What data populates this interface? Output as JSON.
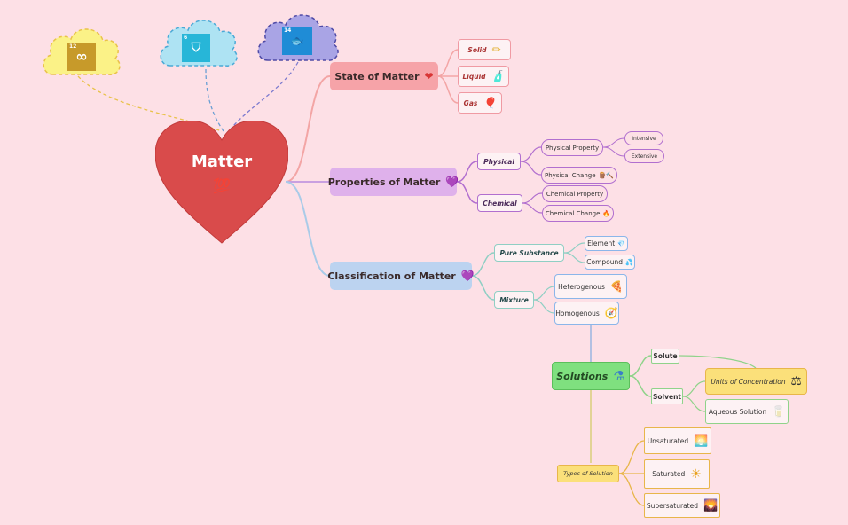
{
  "root": {
    "label": "Matter",
    "emoji": "💯"
  },
  "sdg": [
    {
      "number": "12",
      "glyph": "∞",
      "color": "#c79a2a",
      "cloud": "#fbf287"
    },
    {
      "number": "6",
      "glyph": "⛉",
      "color": "#27b6d8",
      "cloud": "#aee3f3"
    },
    {
      "number": "14",
      "glyph": "🐟",
      "color": "#1f8cd6",
      "cloud": "#a9a4e5"
    }
  ],
  "branches": {
    "state": {
      "label": "State of Matter",
      "emoji": "❤",
      "children": [
        {
          "label": "Solid",
          "emoji": "✏"
        },
        {
          "label": "Liquid",
          "emoji": "🧴"
        },
        {
          "label": "Gas",
          "emoji": "🎈"
        }
      ]
    },
    "properties": {
      "label": "Properties of Matter",
      "emoji": "💜",
      "physical": {
        "label": "Physical",
        "property": "Physical Property",
        "property_children": [
          "Intensive",
          "Extensive"
        ],
        "change": "Physical Change",
        "change_emoji": "🪵🔨"
      },
      "chemical": {
        "label": "Chemical",
        "property": "Chemical Property",
        "change": "Chemical Change",
        "change_emoji": "🔥"
      }
    },
    "classification": {
      "label": "Classification of Matter",
      "emoji": "💜",
      "pure": {
        "label": "Pure Substance",
        "element": "Element",
        "element_emoji": "💎",
        "compound": "Compound",
        "compound_emoji": "💦"
      },
      "mixture": {
        "label": "Mixture",
        "heterogenous": "Heterogenous",
        "heterogenous_emoji": "🍕",
        "homogenous": "Homogenous",
        "homogenous_emoji": "🧭"
      }
    }
  },
  "solutions": {
    "label": "Solutions",
    "emoji": "⚗",
    "solute": "Solute",
    "solvent": "Solvent",
    "units": "Units of Concentration",
    "units_emoji": "⚖",
    "aqueous": "Aqueous Solution",
    "aqueous_emoji": "🥛",
    "types": {
      "label": "Types of Solution",
      "items": [
        {
          "label": "Unsaturated",
          "emoji": "🌅"
        },
        {
          "label": "Saturated",
          "emoji": "☀"
        },
        {
          "label": "Supersaturated",
          "emoji": "🌄"
        }
      ]
    }
  }
}
